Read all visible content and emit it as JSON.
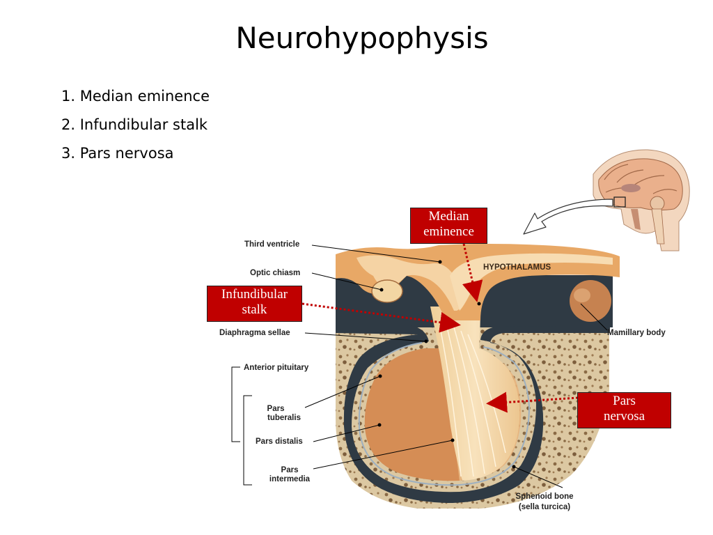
{
  "slide": {
    "title": "Neurohypophysis"
  },
  "list": [
    {
      "text": "1. Median eminence"
    },
    {
      "text": "2. Infundibular stalk"
    },
    {
      "text": "3. Pars nervosa"
    }
  ],
  "callouts": {
    "median_line1": "Median",
    "median_line2": "eminence",
    "infund_line1": "Infundibular",
    "infund_line2": "stalk",
    "pars_line1": "Pars",
    "pars_line2": "nervosa"
  },
  "labels": {
    "third_ventricle": "Third ventricle",
    "optic_chiasm": "Optic chiasm",
    "hypothalamus": "HYPOTHALAMUS",
    "mamillary_body": "Mamillary body",
    "diaphragma_sellae": "Diaphragma sellae",
    "anterior_pituitary": "Anterior pituitary",
    "pars_tuberalis_1": "Pars",
    "pars_tuberalis_2": "tuberalis",
    "pars_distalis": "Pars distalis",
    "pars_intermedia_1": "Pars",
    "pars_intermedia_2": "intermedia",
    "sphenoid_1": "Sphenoid bone",
    "sphenoid_2": "(sella turcica)"
  },
  "colors": {
    "callout_fill": "#c00000",
    "arrow": "#c00000",
    "bone": "#d8c5a0",
    "tissue": "#d9935a",
    "dura": "#2f3a44"
  }
}
